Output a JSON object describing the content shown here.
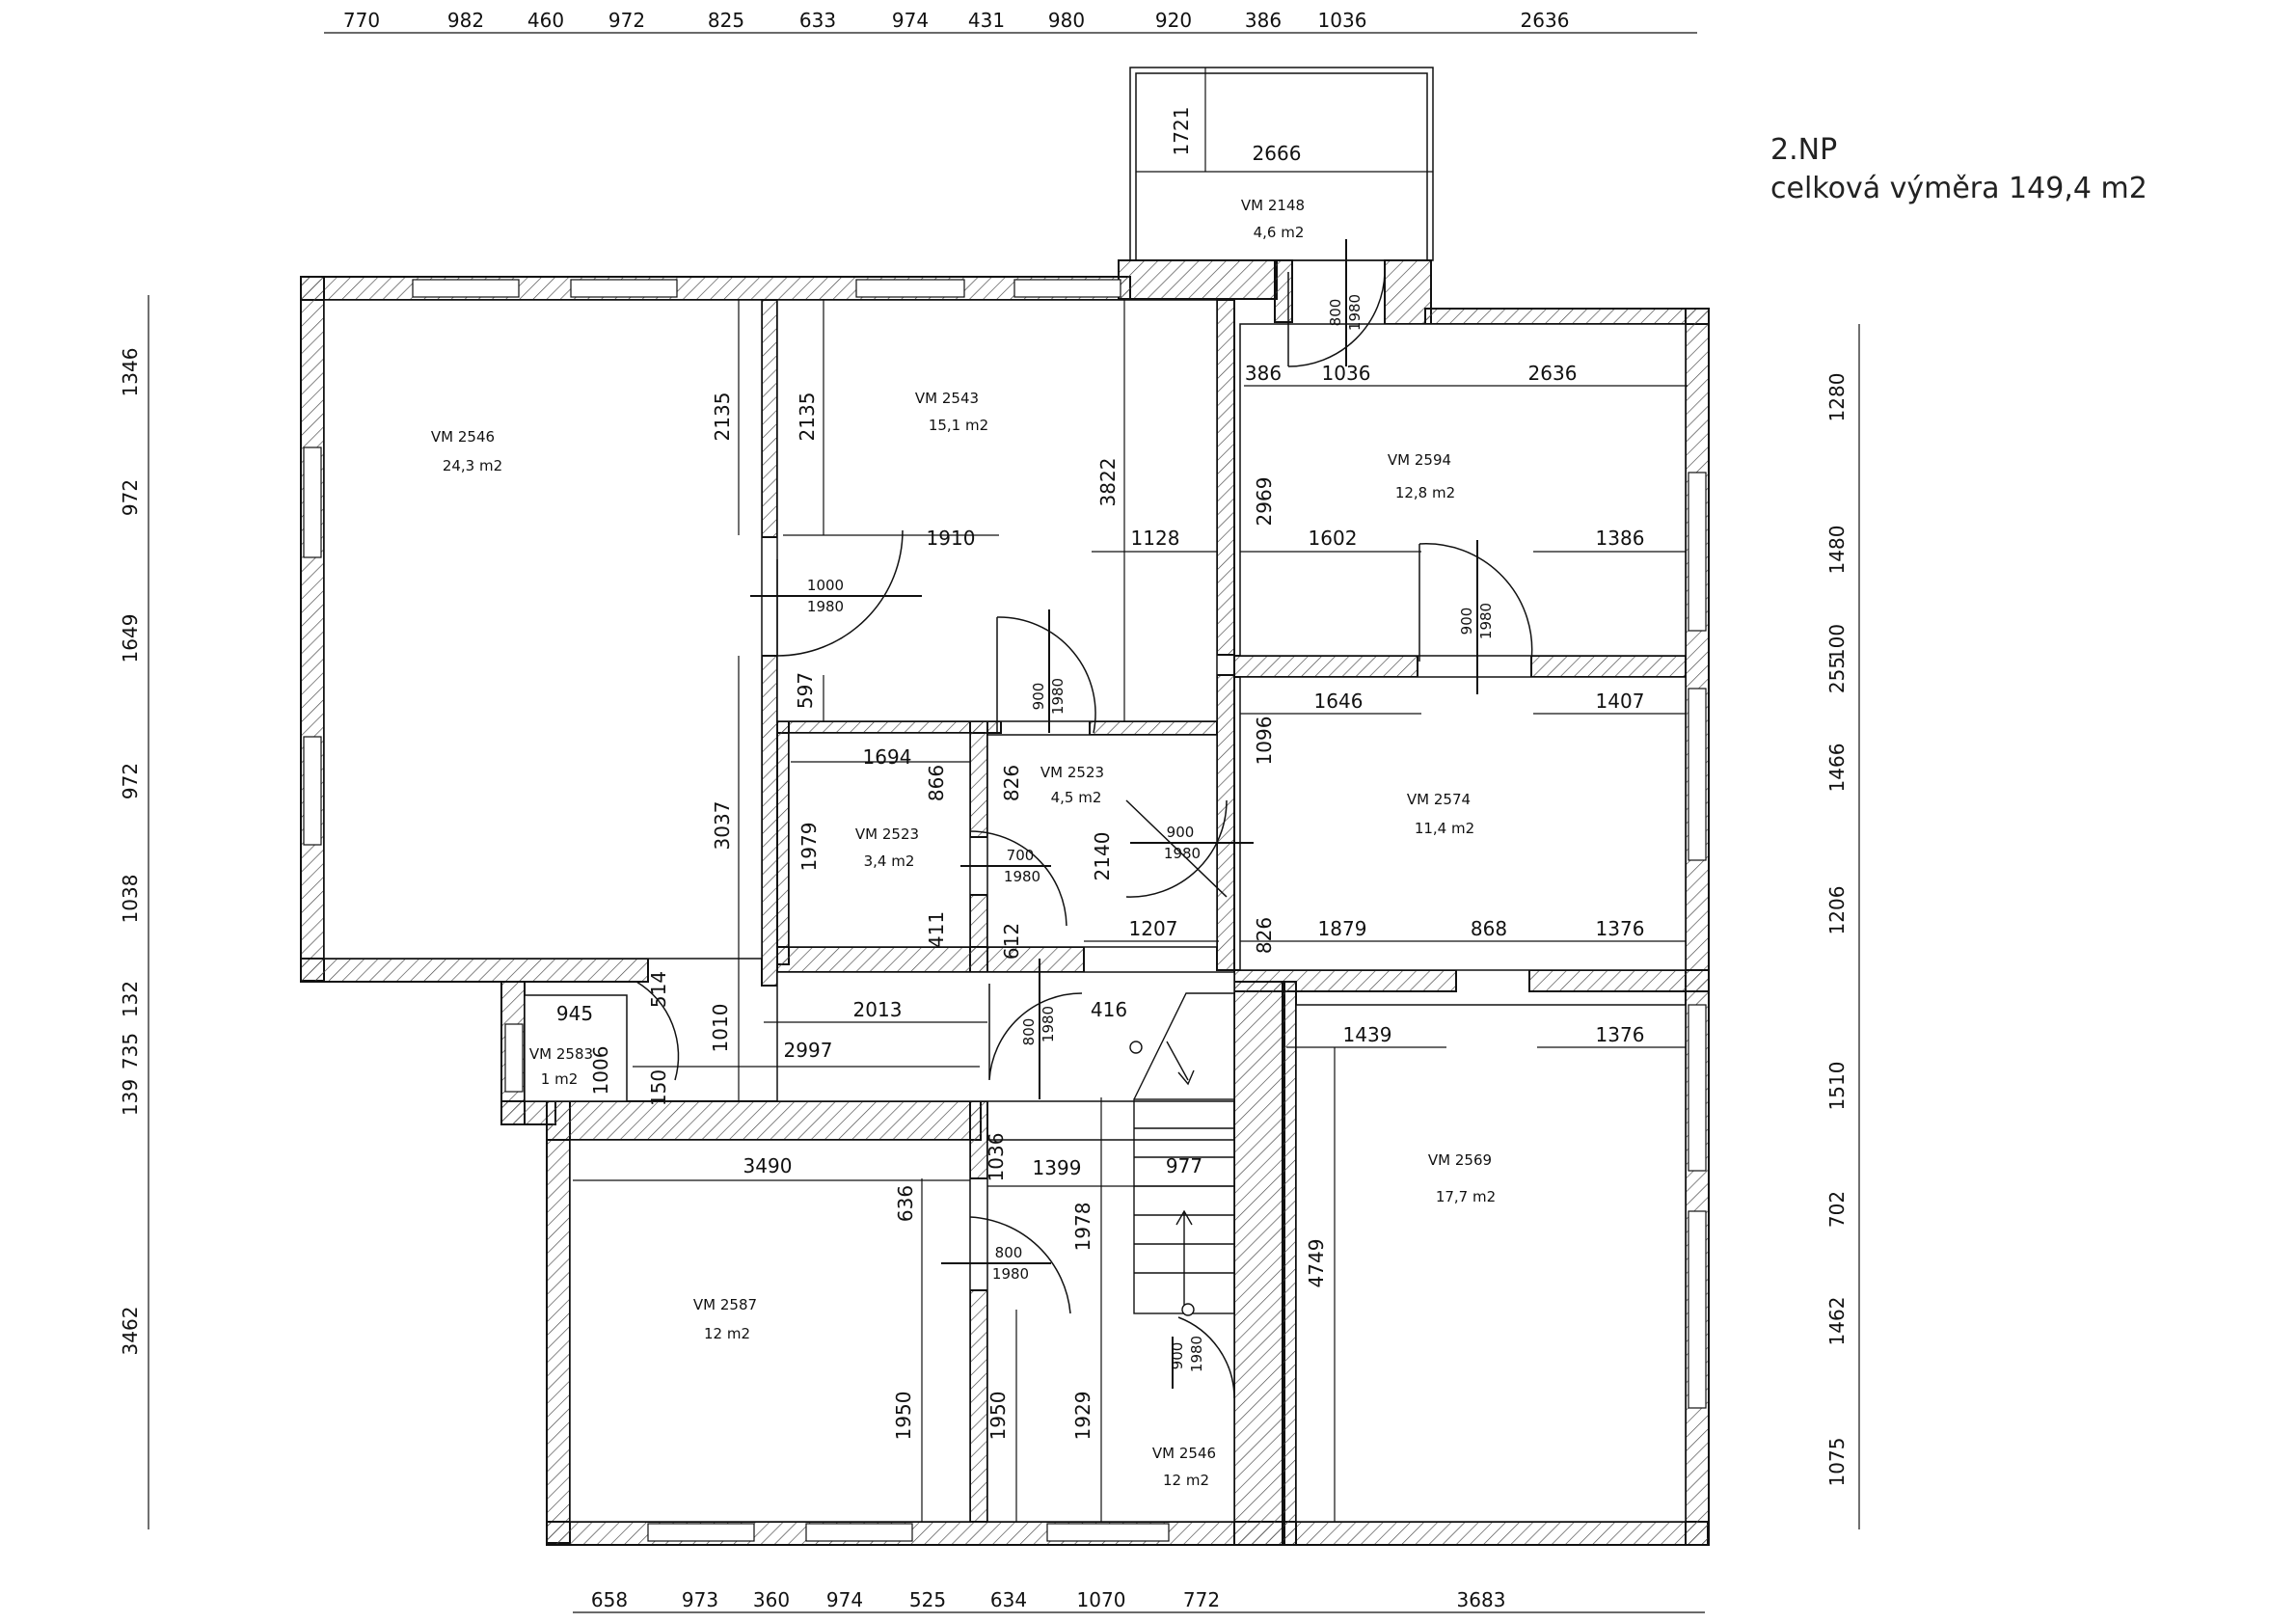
{
  "title": {
    "floor": "2.NP",
    "area": "celková výměra 149,4 m2"
  },
  "rooms": [
    {
      "id": "VM 2546",
      "area": "24,3 m2"
    },
    {
      "id": "VM 2543",
      "area": "15,1 m2"
    },
    {
      "id": "VM 2148",
      "area": "4,6 m2"
    },
    {
      "id": "VM 2594",
      "area": "12,8 m2"
    },
    {
      "id": "VM 2523",
      "area": "4,5 m2"
    },
    {
      "id": "VM 2523",
      "area": "3,4 m2"
    },
    {
      "id": "VM 2574",
      "area": "11,4 m2"
    },
    {
      "id": "VM 2583",
      "area": "1 m2"
    },
    {
      "id": "VM 2587",
      "area": "12 m2"
    },
    {
      "id": "VM 2546",
      "area": "12 m2"
    },
    {
      "id": "VM 2569",
      "area": "17,7 m2"
    }
  ],
  "doors": [
    {
      "width": "1000",
      "height": "1980"
    },
    {
      "width": "900",
      "height": "1980"
    },
    {
      "width": "800",
      "height": "1980"
    },
    {
      "width": "900",
      "height": "1980"
    },
    {
      "width": "900",
      "height": "1980"
    },
    {
      "width": "700",
      "height": "1980"
    },
    {
      "width": "800",
      "height": "1980"
    },
    {
      "width": "800",
      "height": "1980"
    },
    {
      "width": "900",
      "height": "1980"
    }
  ],
  "dims": {
    "top_chain": [
      "770",
      "982",
      "460",
      "972",
      "825",
      "633",
      "974",
      "431",
      "980",
      "920",
      "386",
      "1036",
      "2636"
    ],
    "bottom_chain": [
      "658",
      "973",
      "360",
      "974",
      "525",
      "634",
      "1070",
      "772",
      "3683"
    ],
    "left_chain": [
      "1346",
      "972",
      "1649",
      "972",
      "1038",
      "132",
      "735",
      "139",
      "3462"
    ],
    "right_chain": [
      "1280",
      "1480",
      "100",
      "255",
      "1466",
      "1206",
      "1510",
      "702",
      "1462",
      "1075"
    ],
    "interior": [
      "2666",
      "1721",
      "2135",
      "2135",
      "3822",
      "1910",
      "1128",
      "386",
      "1036",
      "2636",
      "2969",
      "1602",
      "1386",
      "597",
      "1646",
      "1407",
      "1096",
      "1694",
      "866",
      "826",
      "1979",
      "2140",
      "411",
      "612",
      "1207",
      "826",
      "1879",
      "868",
      "1376",
      "3037",
      "514",
      "2013",
      "416",
      "945",
      "1006",
      "1010",
      "2997",
      "150",
      "1439",
      "1376",
      "1036",
      "1399",
      "977",
      "3490",
      "636",
      "1978",
      "4749",
      "1950",
      "1950",
      "1929"
    ]
  }
}
